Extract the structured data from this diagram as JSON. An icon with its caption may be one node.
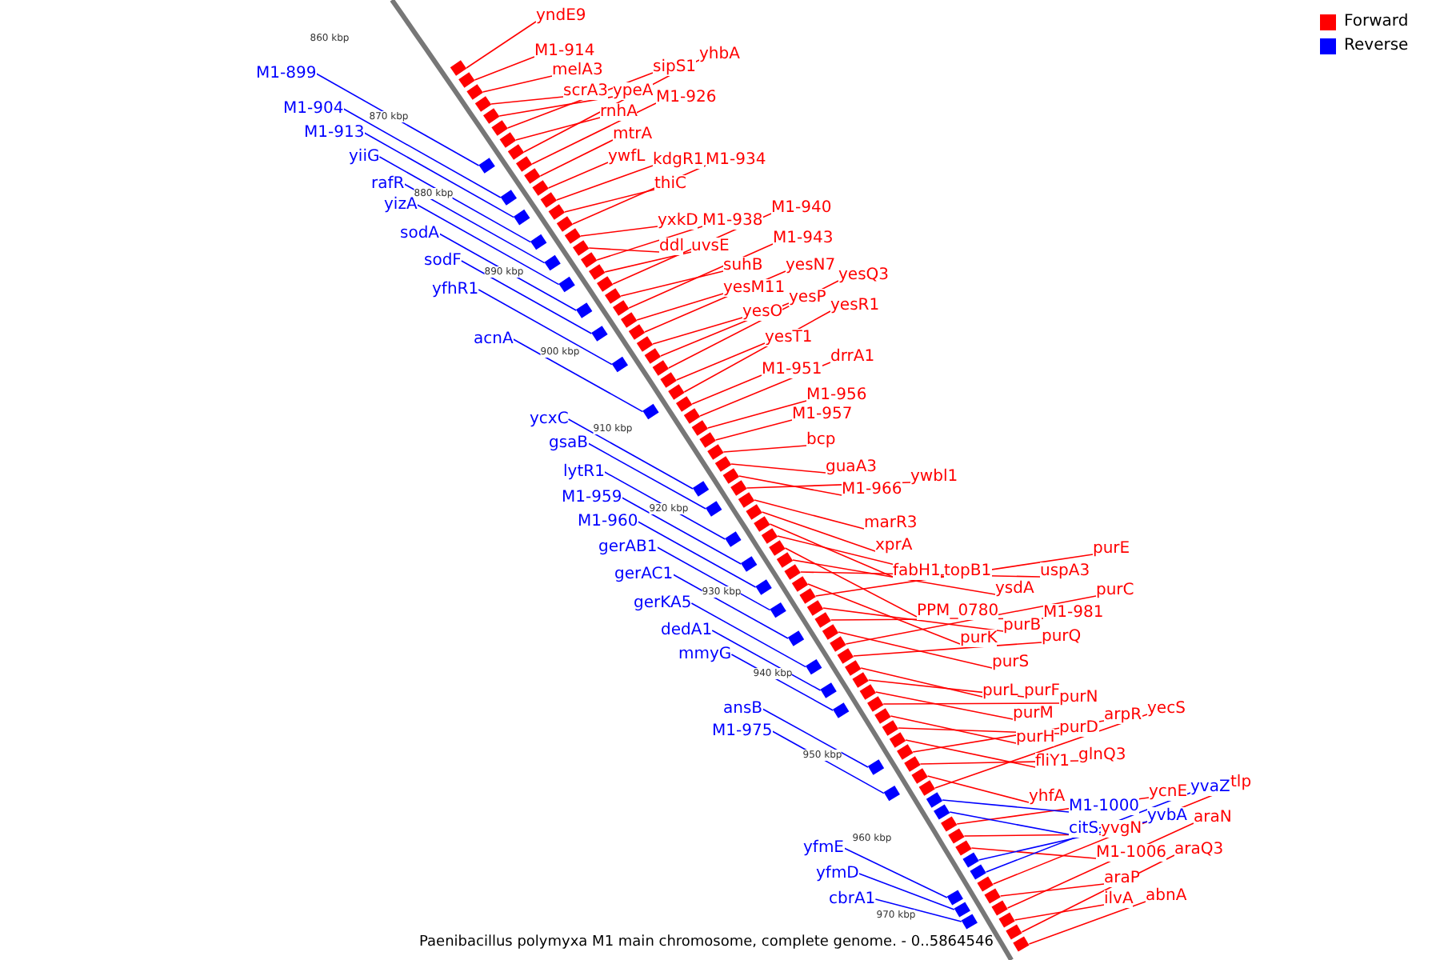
{
  "diagram": {
    "caption": "Paenibacillus polymyxa M1 main chromosome, complete genome. - 0..5864546",
    "nodes": [
      {
        "text": [
          "yndE9"
        ]
      },
      {
        "text": [
          "M1-914"
        ]
      },
      {
        "text": [
          "melA3"
        ]
      },
      {
        "text": [
          "scrA3"
        ]
      },
      {
        "text": [
          "ypeA"
        ]
      },
      {
        "text": [
          "sipS1"
        ]
      },
      {
        "text": [
          "yhbA"
        ]
      },
      {
        "text": [
          "M1-926"
        ]
      },
      {
        "text": [
          "rnhA"
        ]
      },
      {
        "text": [
          "mtrA"
        ]
      },
      {
        "text": [
          "ywfL"
        ]
      },
      {
        "text": [
          "kdgR1"
        ]
      },
      {
        "text": [
          "M1-934"
        ]
      },
      {
        "text": [
          "thiC"
        ]
      },
      {
        "text": [
          "yxkD"
        ]
      },
      {
        "text": [
          "M1-938"
        ]
      },
      {
        "text": [
          "M1-940"
        ]
      },
      {
        "text": [
          "ddl"
        ]
      },
      {
        "text": [
          "uvsE"
        ]
      },
      {
        "text": [
          "M1-943"
        ]
      },
      {
        "text": [
          "suhB"
        ]
      },
      {
        "text": [
          "yesN7"
        ]
      },
      {
        "text": [
          "yesM11"
        ]
      },
      {
        "text": [
          "yesQ3"
        ]
      },
      {
        "text": [
          "yesO"
        ]
      },
      {
        "text": [
          "yesP"
        ]
      },
      {
        "text": [
          "yesR1"
        ]
      },
      {
        "text": [
          "yesT1"
        ]
      },
      {
        "text": [
          "drrA1"
        ]
      },
      {
        "text": [
          "M1-951"
        ]
      },
      {
        "text": [
          "M1-956"
        ]
      },
      {
        "text": [
          "M1-957"
        ]
      },
      {
        "text": [
          "bcp"
        ]
      },
      {
        "text": [
          "guaA3"
        ]
      },
      {
        "text": [
          "ywbl1"
        ]
      },
      {
        "text": [
          "M1-966"
        ]
      },
      {
        "text": [
          "marR3"
        ]
      },
      {
        "text": [
          "xprA"
        ]
      },
      {
        "text": [
          "fabH1"
        ]
      },
      {
        "text": [
          "topB1"
        ]
      },
      {
        "text": [
          "PPM_0780"
        ]
      },
      {
        "text": [
          "ysdA"
        ]
      },
      {
        "text": [
          "uspA3"
        ]
      },
      {
        "text": [
          "purE"
        ]
      },
      {
        "text": [
          "purC"
        ]
      },
      {
        "text": [
          "M1-981"
        ]
      },
      {
        "text": [
          "purB"
        ]
      },
      {
        "text": [
          "purK"
        ]
      },
      {
        "text": [
          "purQ"
        ]
      },
      {
        "text": [
          "purS"
        ]
      },
      {
        "text": [
          "purL"
        ]
      },
      {
        "text": [
          "purF"
        ]
      },
      {
        "text": [
          "purN"
        ]
      },
      {
        "text": [
          "purM"
        ]
      },
      {
        "text": [
          "arpR"
        ]
      },
      {
        "text": [
          "yecS"
        ]
      },
      {
        "text": [
          "purH"
        ]
      },
      {
        "text": [
          "purD"
        ]
      },
      {
        "text": [
          "fliY1"
        ]
      },
      {
        "text": [
          "glnQ3"
        ]
      },
      {
        "text": [
          "yhfA"
        ]
      },
      {
        "text": [
          "ycnE"
        ]
      },
      {
        "text": [
          "tlp"
        ]
      },
      {
        "text": [
          "araN"
        ]
      },
      {
        "text": [
          "yvgN"
        ]
      },
      {
        "text": [
          "M1-1006"
        ]
      },
      {
        "text": [
          "araQ3"
        ]
      },
      {
        "text": [
          "araP"
        ]
      },
      {
        "text": [
          "ilvA"
        ]
      },
      {
        "text": [
          "abnA"
        ]
      },
      {
        "text": [
          "M1-1000"
        ]
      },
      {
        "text": [
          "yvaZ"
        ]
      },
      {
        "text": [
          "citS"
        ]
      },
      {
        "text": [
          "yvbA"
        ]
      },
      {
        "text": [
          "M1-899"
        ]
      },
      {
        "text": [
          "M1-904"
        ]
      },
      {
        "text": [
          "M1-913"
        ]
      },
      {
        "text": [
          "yiiG"
        ]
      },
      {
        "text": [
          "rafR"
        ]
      },
      {
        "text": [
          "yizA"
        ]
      },
      {
        "text": [
          "sodA"
        ]
      },
      {
        "text": [
          "sodF"
        ]
      },
      {
        "text": [
          "yfhR1"
        ]
      },
      {
        "text": [
          "acnA"
        ]
      },
      {
        "text": [
          "ycxC"
        ]
      },
      {
        "text": [
          "gsaB"
        ]
      },
      {
        "text": [
          "lytR1"
        ]
      },
      {
        "text": [
          "M1-959"
        ]
      },
      {
        "text": [
          "M1-960"
        ]
      },
      {
        "text": [
          "gerAB1"
        ]
      },
      {
        "text": [
          "gerAC1"
        ]
      },
      {
        "text": [
          "gerKA5"
        ]
      },
      {
        "text": [
          "dedA1"
        ]
      },
      {
        "text": [
          "mmyG"
        ]
      },
      {
        "text": [
          "ansB"
        ]
      },
      {
        "text": [
          "M1-975"
        ]
      },
      {
        "text": [
          "yfmE"
        ]
      },
      {
        "text": [
          "yfmD"
        ]
      },
      {
        "text": [
          "cbrA1"
        ]
      },
      {
        "text": [],
        "shape": "box"
      },
      {
        "text": [],
        "shape": "box"
      },
      {
        "text": [],
        "shape": "box"
      },
      {
        "text": [],
        "shape": "box"
      },
      {
        "text": [],
        "shape": "box"
      },
      {
        "text": [],
        "shape": "box"
      },
      {
        "text": [],
        "shape": "box"
      },
      {
        "text": [],
        "shape": "box"
      },
      {
        "text": [],
        "shape": "box"
      },
      {
        "text": [],
        "shape": "box"
      },
      {
        "text": [],
        "shape": "box"
      },
      {
        "text": [],
        "shape": "box"
      },
      {
        "text": [],
        "shape": "box"
      },
      {
        "text": [],
        "shape": "box"
      },
      {
        "text": [],
        "shape": "box"
      },
      {
        "text": [],
        "shape": "box"
      },
      {
        "text": [],
        "shape": "box"
      },
      {
        "text": [],
        "shape": "box"
      },
      {
        "text": [],
        "shape": "box"
      },
      {
        "text": [],
        "shape": "box"
      },
      {
        "text": [],
        "shape": "box"
      },
      {
        "text": [],
        "shape": "box"
      },
      {
        "text": [],
        "shape": "box"
      },
      {
        "text": [],
        "shape": "box"
      },
      {
        "text": [],
        "shape": "box"
      },
      {
        "text": [],
        "shape": "box"
      },
      {
        "text": [],
        "shape": "box"
      },
      {
        "text": [],
        "shape": "box"
      },
      {
        "text": [],
        "shape": "box"
      },
      {
        "text": [],
        "shape": "box"
      },
      {
        "text": [],
        "shape": "box"
      },
      {
        "text": [],
        "shape": "box"
      },
      {
        "text": [],
        "shape": "box"
      },
      {
        "text": [],
        "shape": "box"
      },
      {
        "text": [],
        "shape": "box"
      },
      {
        "text": [],
        "shape": "box"
      },
      {
        "text": [],
        "shape": "box"
      },
      {
        "text": [],
        "shape": "box"
      },
      {
        "text": [],
        "shape": "box"
      },
      {
        "text": [],
        "shape": "box"
      },
      {
        "text": [],
        "shape": "box"
      },
      {
        "text": [],
        "shape": "box"
      },
      {
        "text": [],
        "shape": "box"
      },
      {
        "text": [],
        "shape": "box"
      },
      {
        "text": [],
        "shape": "box"
      },
      {
        "text": [],
        "shape": "box"
      },
      {
        "text": [],
        "shape": "box"
      },
      {
        "text": [],
        "shape": "box"
      },
      {
        "text": [],
        "shape": "box"
      },
      {
        "text": [],
        "shape": "box"
      },
      {
        "text": [],
        "shape": "box"
      },
      {
        "text": [],
        "shape": "box"
      },
      {
        "text": [],
        "shape": "box"
      },
      {
        "text": [],
        "shape": "box"
      },
      {
        "text": [],
        "shape": "box"
      },
      {
        "text": [],
        "shape": "box"
      },
      {
        "text": [],
        "shape": "box"
      },
      {
        "text": [],
        "shape": "box"
      },
      {
        "text": [],
        "shape": "box"
      },
      {
        "text": [],
        "shape": "box"
      },
      {
        "text": [],
        "shape": "box"
      },
      {
        "text": [],
        "shape": "box"
      },
      {
        "text": [],
        "shape": "box"
      },
      {
        "text": [],
        "shape": "box"
      },
      {
        "text": [],
        "shape": "box"
      },
      {
        "text": [],
        "shape": "box"
      },
      {
        "text": [],
        "shape": "box"
      },
      {
        "text": [],
        "shape": "box"
      },
      {
        "text": [],
        "shape": "box"
      },
      {
        "text": [],
        "shape": "box"
      },
      {
        "text": [],
        "shape": "box"
      },
      {
        "text": [],
        "shape": "box"
      },
      {
        "text": [],
        "shape": "box"
      },
      {
        "text": [],
        "shape": "box"
      },
      {
        "text": [],
        "shape": "box"
      },
      {
        "text": [],
        "shape": "box"
      },
      {
        "text": [],
        "shape": "box"
      },
      {
        "text": [],
        "shape": "box"
      },
      {
        "text": [],
        "shape": "box"
      },
      {
        "text": [],
        "shape": "box"
      },
      {
        "text": [],
        "shape": "box"
      },
      {
        "text": [],
        "shape": "box"
      },
      {
        "text": [],
        "shape": "box"
      },
      {
        "text": [],
        "shape": "box"
      },
      {
        "text": [],
        "shape": "box"
      },
      {
        "text": [],
        "shape": "box"
      },
      {
        "text": [],
        "shape": "box"
      },
      {
        "text": [],
        "shape": "box"
      },
      {
        "text": [],
        "shape": "box"
      },
      {
        "text": [],
        "shape": "box"
      },
      {
        "text": [],
        "shape": "box"
      },
      {
        "text": [],
        "shape": "box"
      },
      {
        "text": [],
        "shape": "box"
      },
      {
        "text": [],
        "shape": "box"
      },
      {
        "text": [],
        "shape": "box"
      },
      {
        "text": [],
        "shape": "box"
      },
      {
        "text": [],
        "shape": "box"
      },
      {
        "text": [],
        "shape": "box"
      },
      {
        "text": [],
        "shape": "box"
      }
    ],
    "edges": [
      {
        "from": 0,
        "to": 99,
        "arrow": "none"
      },
      {
        "from": 1,
        "to": 100,
        "arrow": "none"
      },
      {
        "from": 2,
        "to": 101,
        "arrow": "none"
      },
      {
        "from": 3,
        "to": 102,
        "arrow": "none"
      },
      {
        "from": 4,
        "to": 103,
        "arrow": "none"
      },
      {
        "from": 5,
        "to": 104,
        "arrow": "none"
      },
      {
        "from": 6,
        "to": 105,
        "arrow": "none"
      },
      {
        "from": 7,
        "to": 106,
        "arrow": "none"
      },
      {
        "from": 8,
        "to": 107,
        "arrow": "none"
      },
      {
        "from": 9,
        "to": 108,
        "arrow": "none"
      },
      {
        "from": 10,
        "to": 109,
        "arrow": "none"
      },
      {
        "from": 11,
        "to": 110,
        "arrow": "none"
      },
      {
        "from": 12,
        "to": 111,
        "arrow": "none"
      },
      {
        "from": 13,
        "to": 112,
        "arrow": "none"
      },
      {
        "from": 14,
        "to": 113,
        "arrow": "none"
      },
      {
        "from": 15,
        "to": 114,
        "arrow": "none"
      },
      {
        "from": 16,
        "to": 115,
        "arrow": "none"
      },
      {
        "from": 17,
        "to": 116,
        "arrow": "none"
      },
      {
        "from": 18,
        "to": 117,
        "arrow": "none"
      },
      {
        "from": 19,
        "to": 118,
        "arrow": "none"
      },
      {
        "from": 20,
        "to": 119,
        "arrow": "none"
      },
      {
        "from": 21,
        "to": 120,
        "arrow": "none"
      },
      {
        "from": 22,
        "to": 121,
        "arrow": "none"
      },
      {
        "from": 23,
        "to": 122,
        "arrow": "none"
      },
      {
        "from": 24,
        "to": 123,
        "arrow": "none"
      },
      {
        "from": 25,
        "to": 124,
        "arrow": "none"
      },
      {
        "from": 26,
        "to": 125,
        "arrow": "none"
      },
      {
        "from": 27,
        "to": 126,
        "arrow": "none"
      },
      {
        "from": 28,
        "to": 127,
        "arrow": "none"
      },
      {
        "from": 29,
        "to": 128,
        "arrow": "none"
      },
      {
        "from": 30,
        "to": 129,
        "arrow": "none"
      },
      {
        "from": 31,
        "to": 130,
        "arrow": "none"
      },
      {
        "from": 32,
        "to": 131,
        "arrow": "none"
      },
      {
        "from": 33,
        "to": 132,
        "arrow": "none"
      },
      {
        "from": 34,
        "to": 133,
        "arrow": "none"
      },
      {
        "from": 35,
        "to": 134,
        "arrow": "none"
      },
      {
        "from": 36,
        "to": 135,
        "arrow": "none"
      },
      {
        "from": 37,
        "to": 136,
        "arrow": "none"
      },
      {
        "from": 38,
        "to": 137,
        "arrow": "none"
      },
      {
        "from": 39,
        "to": 138,
        "arrow": "none"
      },
      {
        "from": 40,
        "to": 139,
        "arrow": "none"
      },
      {
        "from": 41,
        "to": 140,
        "arrow": "none"
      },
      {
        "from": 42,
        "to": 141,
        "arrow": "none"
      },
      {
        "from": 43,
        "to": 142,
        "arrow": "none"
      },
      {
        "from": 44,
        "to": 143,
        "arrow": "none"
      },
      {
        "from": 45,
        "to": 144,
        "arrow": "none"
      },
      {
        "from": 46,
        "to": 145,
        "arrow": "none"
      },
      {
        "from": 47,
        "to": 146,
        "arrow": "none"
      },
      {
        "from": 48,
        "to": 147,
        "arrow": "none"
      },
      {
        "from": 49,
        "to": 148,
        "arrow": "none"
      },
      {
        "from": 50,
        "to": 149,
        "arrow": "none"
      },
      {
        "from": 51,
        "to": 150,
        "arrow": "none"
      },
      {
        "from": 52,
        "to": 151,
        "arrow": "none"
      },
      {
        "from": 53,
        "to": 152,
        "arrow": "none"
      },
      {
        "from": 54,
        "to": 153,
        "arrow": "none"
      },
      {
        "from": 55,
        "to": 154,
        "arrow": "none"
      },
      {
        "from": 56,
        "to": 155,
        "arrow": "none"
      },
      {
        "from": 57,
        "to": 156,
        "arrow": "none"
      },
      {
        "from": 58,
        "to": 157,
        "arrow": "none"
      },
      {
        "from": 59,
        "to": 158,
        "arrow": "none"
      },
      {
        "from": 60,
        "to": 159,
        "arrow": "none"
      },
      {
        "from": 61,
        "to": 160,
        "arrow": "none"
      },
      {
        "from": 62,
        "to": 161,
        "arrow": "none"
      },
      {
        "from": 63,
        "to": 162,
        "arrow": "none"
      },
      {
        "from": 64,
        "to": 163,
        "arrow": "none"
      },
      {
        "from": 65,
        "to": 164,
        "arrow": "none"
      },
      {
        "from": 66,
        "to": 165,
        "arrow": "none"
      },
      {
        "from": 67,
        "to": 166,
        "arrow": "none"
      },
      {
        "from": 68,
        "to": 167,
        "arrow": "none"
      },
      {
        "from": 69,
        "to": 168,
        "arrow": "none"
      },
      {
        "from": 70,
        "to": 169,
        "arrow": "none",
        "color": "#0000ff"
      },
      {
        "from": 71,
        "to": 170,
        "arrow": "none",
        "color": "#0000ff"
      },
      {
        "from": 72,
        "to": 171,
        "arrow": "none",
        "color": "#0000ff"
      },
      {
        "from": 73,
        "to": 172,
        "arrow": "none",
        "color": "#0000ff"
      },
      {
        "from": 74,
        "to": 173,
        "arrow": "none",
        "color": "#0000ff"
      },
      {
        "from": 75,
        "to": 174,
        "arrow": "none",
        "color": "#0000ff"
      },
      {
        "from": 76,
        "to": 175,
        "arrow": "none",
        "color": "#0000ff"
      },
      {
        "from": 77,
        "to": 176,
        "arrow": "none",
        "color": "#0000ff"
      },
      {
        "from": 78,
        "to": 177,
        "arrow": "none",
        "color": "#0000ff"
      },
      {
        "from": 79,
        "to": 178,
        "arrow": "none",
        "color": "#0000ff"
      },
      {
        "from": 80,
        "to": 179,
        "arrow": "none",
        "color": "#0000ff"
      },
      {
        "from": 81,
        "to": 180,
        "arrow": "none",
        "color": "#0000ff"
      },
      {
        "from": 82,
        "to": 181,
        "arrow": "none",
        "color": "#0000ff"
      },
      {
        "from": 83,
        "to": 182,
        "arrow": "none",
        "color": "#0000ff"
      },
      {
        "from": 84,
        "to": 183,
        "arrow": "none",
        "color": "#0000ff"
      },
      {
        "from": 85,
        "to": 184,
        "arrow": "none",
        "color": "#0000ff"
      },
      {
        "from": 86,
        "to": 185,
        "arrow": "none",
        "color": "#0000ff"
      },
      {
        "from": 87,
        "to": 186,
        "arrow": "none",
        "color": "#0000ff"
      },
      {
        "from": 88,
        "to": 187,
        "arrow": "none",
        "color": "#0000ff"
      },
      {
        "from": 89,
        "to": 188,
        "arrow": "none",
        "color": "#0000ff"
      },
      {
        "from": 90,
        "to": 189,
        "arrow": "none",
        "color": "#0000ff"
      },
      {
        "from": 91,
        "to": 190,
        "arrow": "none",
        "color": "#0000ff"
      },
      {
        "from": 92,
        "to": 191,
        "arrow": "none",
        "color": "#0000ff"
      },
      {
        "from": 93,
        "to": 192,
        "arrow": "none",
        "color": "#0000ff"
      },
      {
        "from": 94,
        "to": 193,
        "arrow": "none",
        "color": "#0000ff"
      },
      {
        "from": 95,
        "to": 194,
        "arrow": "none",
        "color": "#0000ff"
      },
      {
        "from": 96,
        "to": 195,
        "arrow": "none",
        "color": "#0000ff"
      },
      {
        "from": 97,
        "to": 196,
        "arrow": "none",
        "color": "#0000ff"
      },
      {
        "from": 98,
        "to": 197,
        "arrow": "none",
        "color": "#0000ff"
      }
    ],
    "labels": [
      "860 kbp",
      "870 kbp",
      "880 kbp",
      "890 kbp",
      "900 kbp",
      "910 kbp",
      "920 kbp",
      "930 kbp",
      "940 kbp",
      "950 kbp",
      "960 kbp",
      "970 kbp"
    ],
    "legend": [
      {
        "text": "Forward",
        "color": "#ff0000"
      },
      {
        "text": "Reverse",
        "color": "#0000ff"
      }
    ]
  }
}
